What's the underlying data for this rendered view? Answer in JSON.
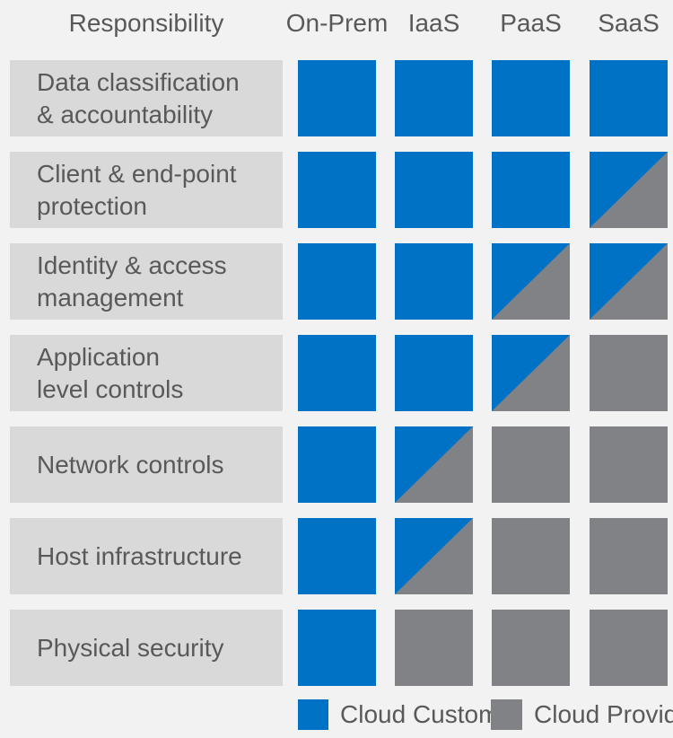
{
  "table": {
    "header": {
      "responsibility": "Responsibility",
      "columns": [
        "On-Prem",
        "IaaS",
        "PaaS",
        "SaaS"
      ]
    },
    "rows": [
      {
        "label": "Data classification\n& accountability",
        "cells": [
          "customer",
          "customer",
          "customer",
          "customer"
        ]
      },
      {
        "label": "Client & end-point\nprotection",
        "cells": [
          "customer",
          "customer",
          "customer",
          "shared"
        ]
      },
      {
        "label": "Identity & access\nmanagement",
        "cells": [
          "customer",
          "customer",
          "shared",
          "shared"
        ]
      },
      {
        "label": "Application\nlevel controls",
        "cells": [
          "customer",
          "customer",
          "shared",
          "provider"
        ]
      },
      {
        "label": "Network controls",
        "cells": [
          "customer",
          "shared",
          "provider",
          "provider"
        ]
      },
      {
        "label": "Host infrastructure",
        "cells": [
          "customer",
          "shared",
          "provider",
          "provider"
        ]
      },
      {
        "label": "Physical security",
        "cells": [
          "customer",
          "provider",
          "provider",
          "provider"
        ]
      }
    ]
  },
  "legend": [
    {
      "key": "customer",
      "label": "Cloud Customer"
    },
    {
      "key": "provider",
      "label": "Cloud Provider"
    }
  ],
  "colors": {
    "customer": "#0072c6",
    "provider": "#808286",
    "background": "#f2f2f2",
    "row_label_bg": "#d9d9d9",
    "text": "#595959"
  }
}
